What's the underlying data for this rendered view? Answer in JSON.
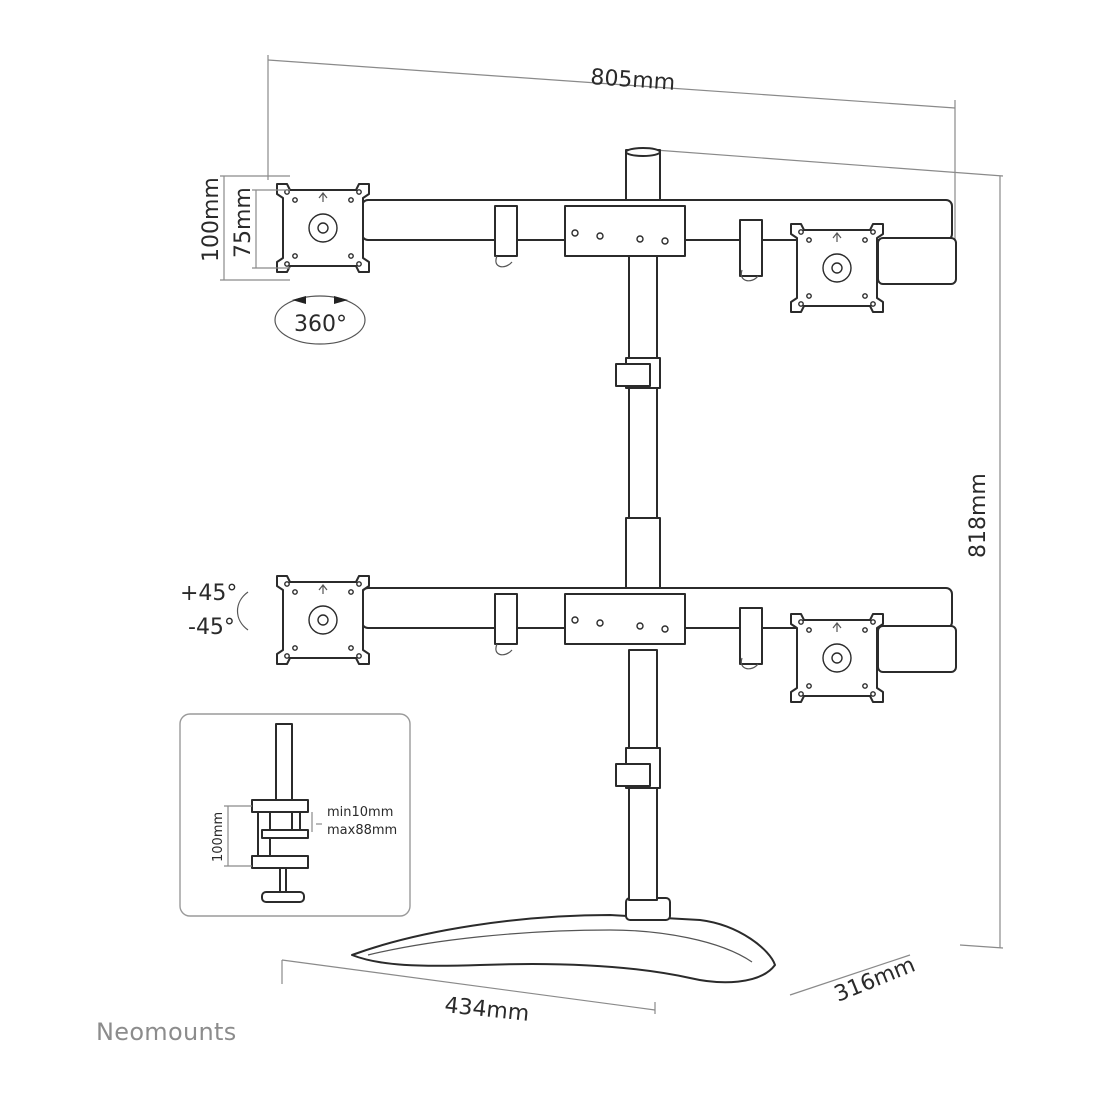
{
  "dimensions": {
    "width": "805mm",
    "height": "818mm",
    "base_depth": "316mm",
    "base_width": "434mm",
    "vesa_outer": "100mm",
    "vesa_inner": "75mm",
    "rotation": "360°",
    "tilt_up": "+45°",
    "tilt_down": "-45°"
  },
  "clamp_inset": {
    "height": "100mm",
    "min_thickness": "min10mm",
    "max_thickness": "max88mm"
  },
  "brand": "Neomounts"
}
